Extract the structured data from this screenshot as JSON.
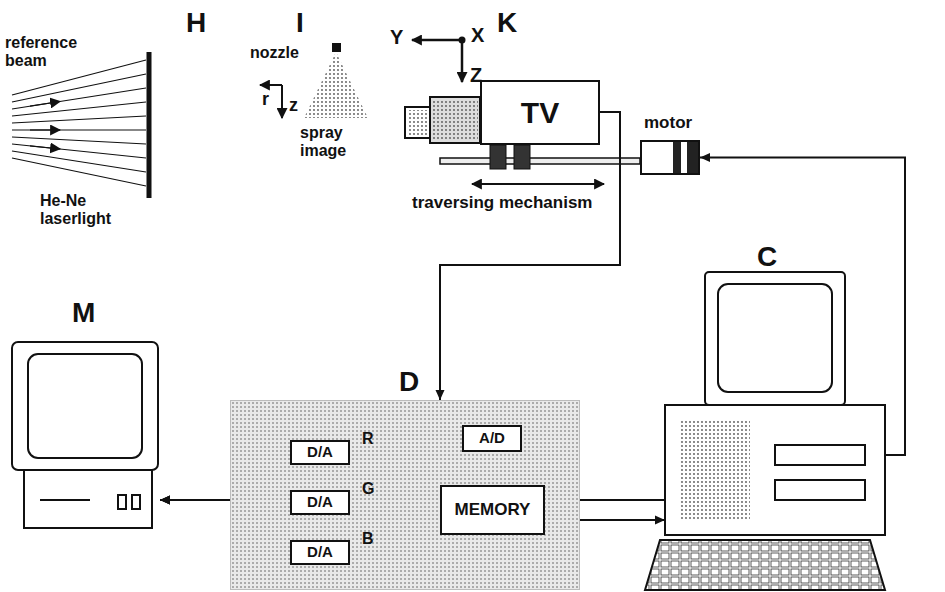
{
  "diagram": {
    "nodes": [
      {
        "text": [
          "TV"
        ]
      },
      {
        "text": [
          "motor"
        ]
      },
      {
        "text": [
          "D"
        ]
      },
      {
        "text": [
          "D/A"
        ],
        "in": 2
      },
      {
        "text": [
          "D/A"
        ],
        "in": 2
      },
      {
        "text": [
          "D/A"
        ],
        "in": 2
      },
      {
        "text": [
          "A/D"
        ],
        "in": 2
      },
      {
        "text": [
          "MEMORY"
        ],
        "in": 2
      },
      {
        "text": [
          "M"
        ]
      },
      {
        "text": [
          "C"
        ]
      }
    ],
    "edges": [
      {
        "from": 0,
        "to": 2,
        "arrow": "to"
      },
      {
        "from": 9,
        "to": 1,
        "arrow": "to"
      },
      {
        "from": 6,
        "to": 7,
        "arrow": "to"
      },
      {
        "from": 9,
        "to": 7,
        "arrow": "to"
      },
      {
        "from": 7,
        "to": 9,
        "arrow": "to"
      },
      {
        "from": 7,
        "to": 3,
        "arrow": "to"
      },
      {
        "from": 7,
        "to": 4,
        "arrow": "to"
      },
      {
        "from": 7,
        "to": 5,
        "arrow": "to"
      },
      {
        "from": 3,
        "to": 8,
        "arrow": "to"
      },
      {
        "from": 4,
        "to": 8,
        "arrow": "to"
      },
      {
        "from": 5,
        "to": 8,
        "arrow": "to"
      }
    ],
    "labels": [
      "H",
      "reference beam",
      "He-Ne laserlight",
      "I",
      "nozzle",
      "r",
      "z",
      "spray image",
      "K",
      "Y",
      "X",
      "Z",
      "traversing mechanism",
      "R",
      "G",
      "B"
    ]
  }
}
